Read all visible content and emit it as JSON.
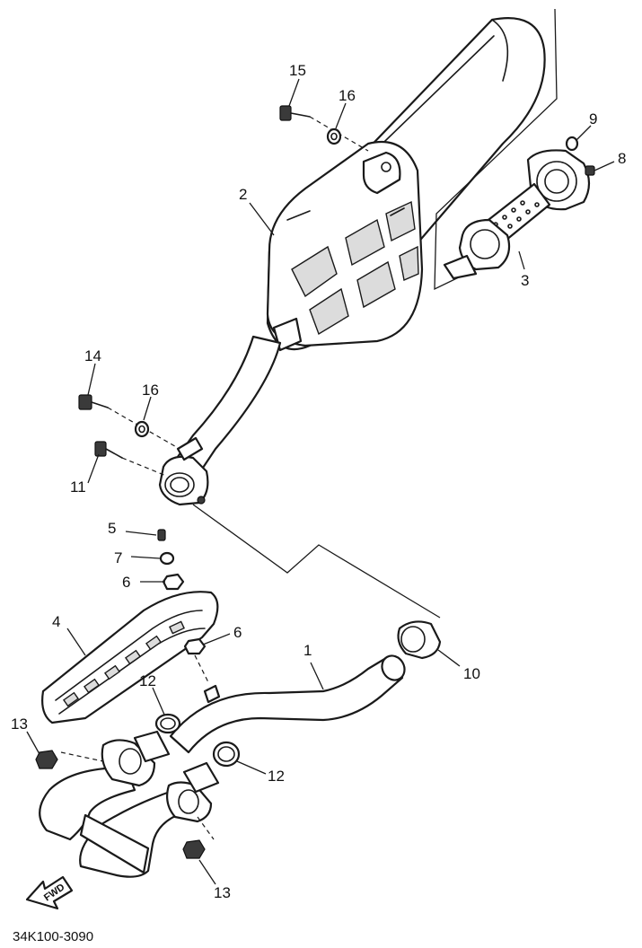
{
  "callouts": {
    "c1": "1",
    "c2": "2",
    "c3": "3",
    "c4": "4",
    "c5": "5",
    "c6a": "6",
    "c6b": "6",
    "c7": "7",
    "c8": "8",
    "c9": "9",
    "c10": "10",
    "c11": "11",
    "c12a": "12",
    "c12b": "12",
    "c13a": "13",
    "c13b": "13",
    "c14": "14",
    "c15": "15",
    "c16a": "16",
    "c16b": "16"
  },
  "fwd_label": "FWD",
  "diagram_code": "34K100-3090",
  "icons": {
    "fwd": "fwd-arrow-icon"
  }
}
